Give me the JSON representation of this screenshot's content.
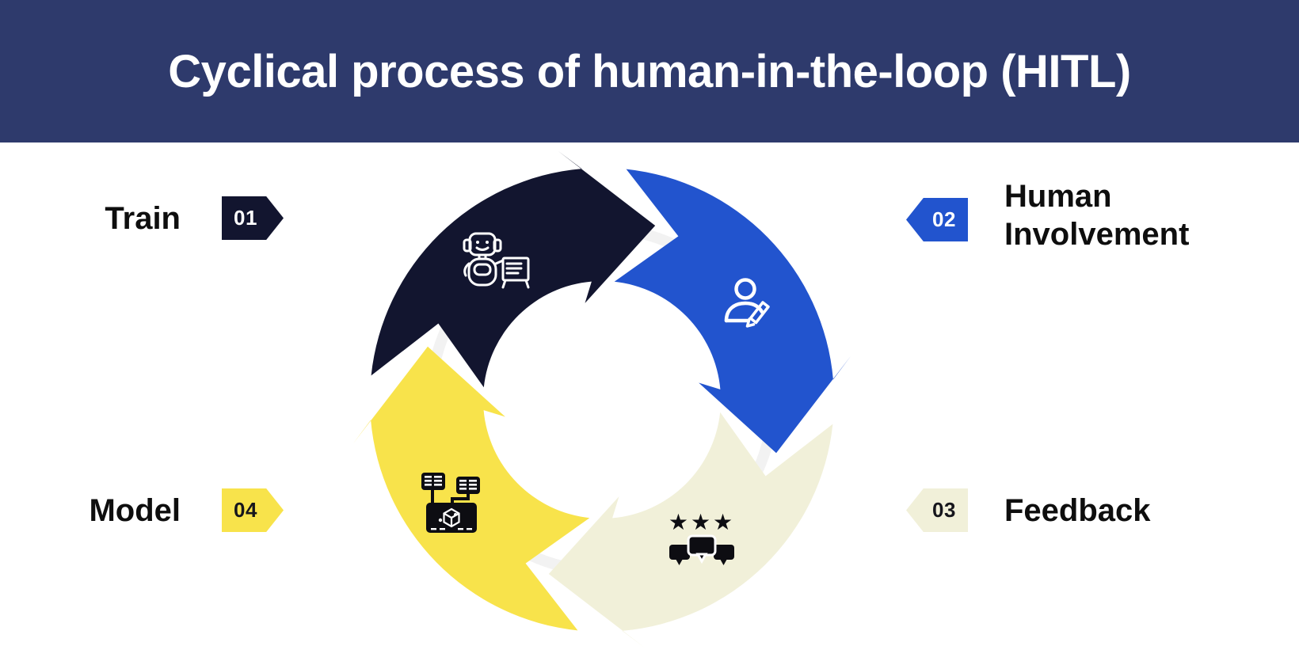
{
  "header": {
    "title": "Cyclical process of human-in-the-loop (HITL)"
  },
  "steps": [
    {
      "number": "01",
      "label": "Train",
      "position": "top-left",
      "color": "#12152F",
      "icon": "robot-presenting-icon"
    },
    {
      "number": "02",
      "label": "Human Involvement",
      "position": "top-right",
      "color": "#2254CE",
      "icon": "human-annotator-icon"
    },
    {
      "number": "03",
      "label": "Feedback",
      "position": "bottom-right",
      "color": "#F1F0D9",
      "icon": "rating-comments-icon"
    },
    {
      "number": "04",
      "label": "Model",
      "position": "bottom-left",
      "color": "#F8E34B",
      "icon": "model-training-icon"
    }
  ],
  "colors": {
    "background": "#FFFFFF",
    "header_bg": "#2E3A6C",
    "title_text": "#FFFFFF",
    "label_text": "#0E0E0E",
    "badge_text_light": "#FFFFFF",
    "badge_text_dark": "#16161C",
    "train": "#12152F",
    "human_involvement": "#2254CE",
    "feedback": "#F1F0D9",
    "model": "#F8E34B",
    "ring": "#F2F2F2",
    "icon_light": "#FFFFFF",
    "icon_dark": "#0D0D12"
  },
  "feedback_icon_stars": "★★★"
}
